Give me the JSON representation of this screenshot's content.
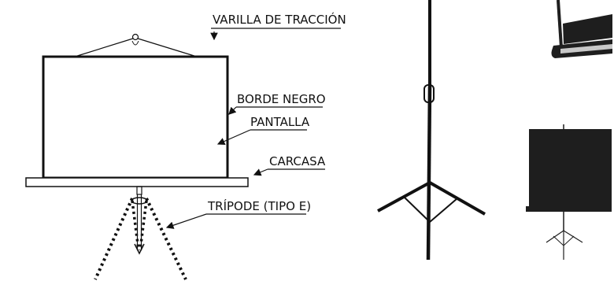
{
  "labels": {
    "traction_rod": "VARILLA DE TRACCIÓN",
    "black_border": "BORDE NEGRO",
    "screen": "PANTALLA",
    "housing": "CARCASA",
    "tripod": "TRÍPODE (TIPO E)"
  },
  "colors": {
    "ink": "#111111",
    "fill_dark": "#1e1e1e",
    "highlight": "#c8c8c8"
  }
}
